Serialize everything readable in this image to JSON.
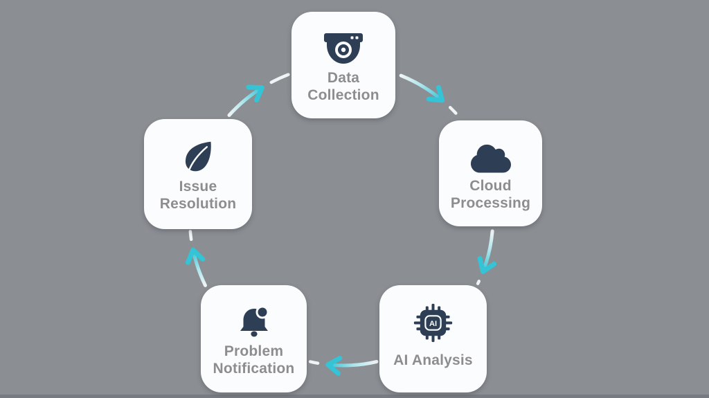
{
  "diagram": {
    "nodes": [
      {
        "id": "data-collection",
        "label": "Data Collection",
        "icon": "dome-camera-icon"
      },
      {
        "id": "cloud-processing",
        "label": "Cloud Processing",
        "icon": "cloud-icon"
      },
      {
        "id": "ai-analysis",
        "label": "AI Analysis",
        "icon": "ai-chip-icon"
      },
      {
        "id": "problem-notification",
        "label": "Problem Notification",
        "icon": "bell-alert-icon"
      },
      {
        "id": "issue-resolution",
        "label": "Issue Resolution",
        "icon": "leaf-icon"
      }
    ],
    "arrows": [
      {
        "from": "data-collection",
        "to": "cloud-processing"
      },
      {
        "from": "cloud-processing",
        "to": "ai-analysis"
      },
      {
        "from": "ai-analysis",
        "to": "problem-notification"
      },
      {
        "from": "problem-notification",
        "to": "issue-resolution"
      },
      {
        "from": "issue-resolution",
        "to": "data-collection"
      }
    ]
  },
  "icons": {
    "ai_chip_label": "AI"
  },
  "colors": {
    "background": "#8b8e93",
    "card": "#fbfcfd",
    "icon_navy": "#2d3e55",
    "label_gray": "#8d8d8f",
    "arrow_head": "#35c3d6",
    "arrow_mid": "#aee6ec",
    "arrow_tail": "#f0f4f5"
  }
}
